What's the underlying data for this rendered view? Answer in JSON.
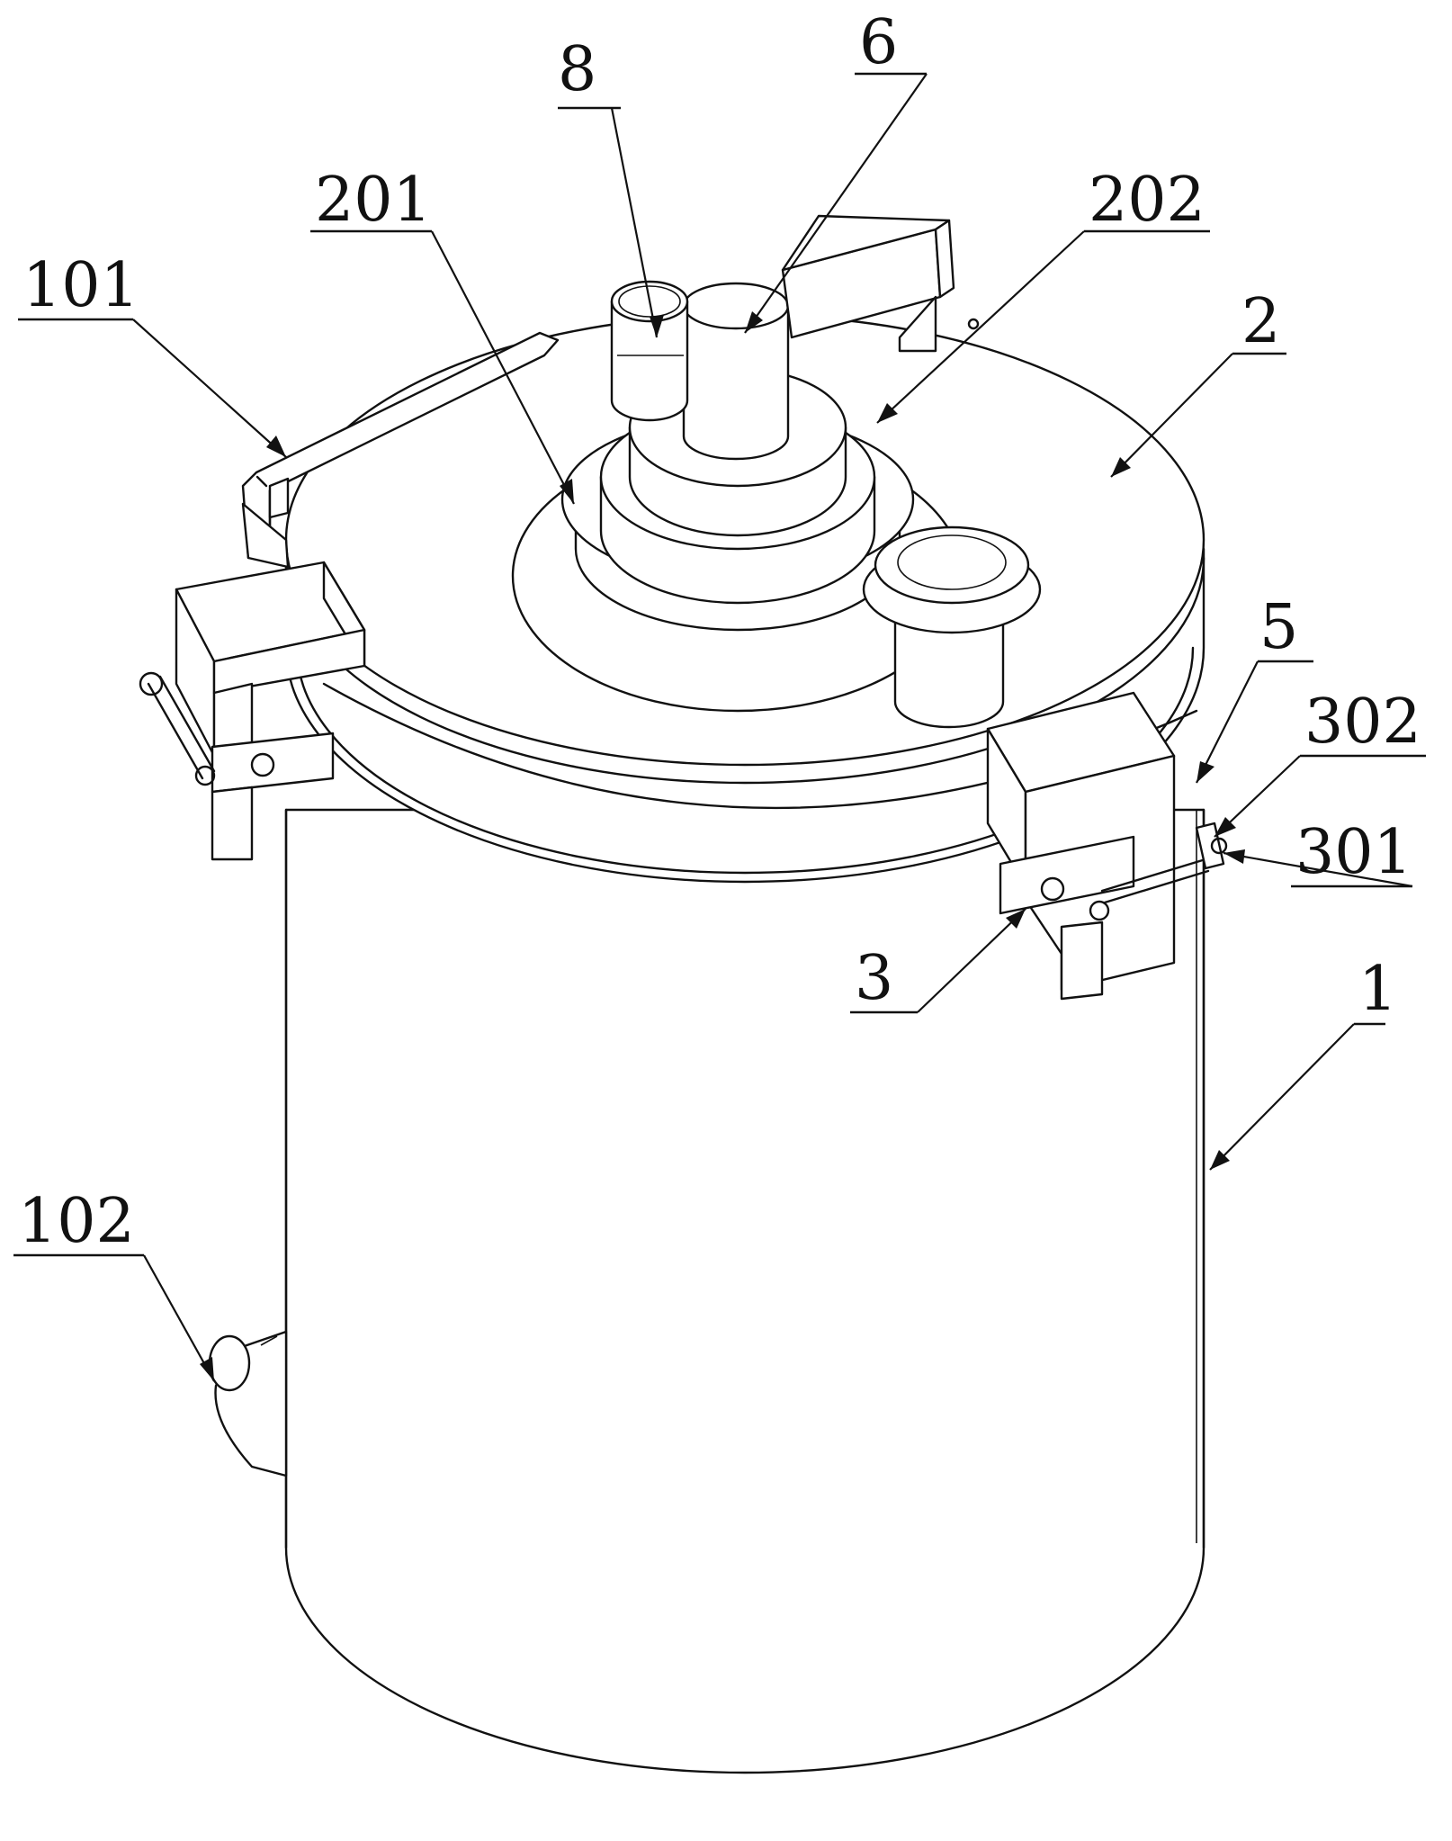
{
  "figure": {
    "labels": [
      {
        "id": "label-8",
        "text": "8"
      },
      {
        "id": "label-6",
        "text": "6"
      },
      {
        "id": "label-201",
        "text": "201"
      },
      {
        "id": "label-202",
        "text": "202"
      },
      {
        "id": "label-101",
        "text": "101"
      },
      {
        "id": "label-2",
        "text": "2"
      },
      {
        "id": "label-5",
        "text": "5"
      },
      {
        "id": "label-302",
        "text": "302"
      },
      {
        "id": "label-301",
        "text": "301"
      },
      {
        "id": "label-3",
        "text": "3"
      },
      {
        "id": "label-1",
        "text": "1"
      },
      {
        "id": "label-102",
        "text": "102"
      }
    ]
  }
}
